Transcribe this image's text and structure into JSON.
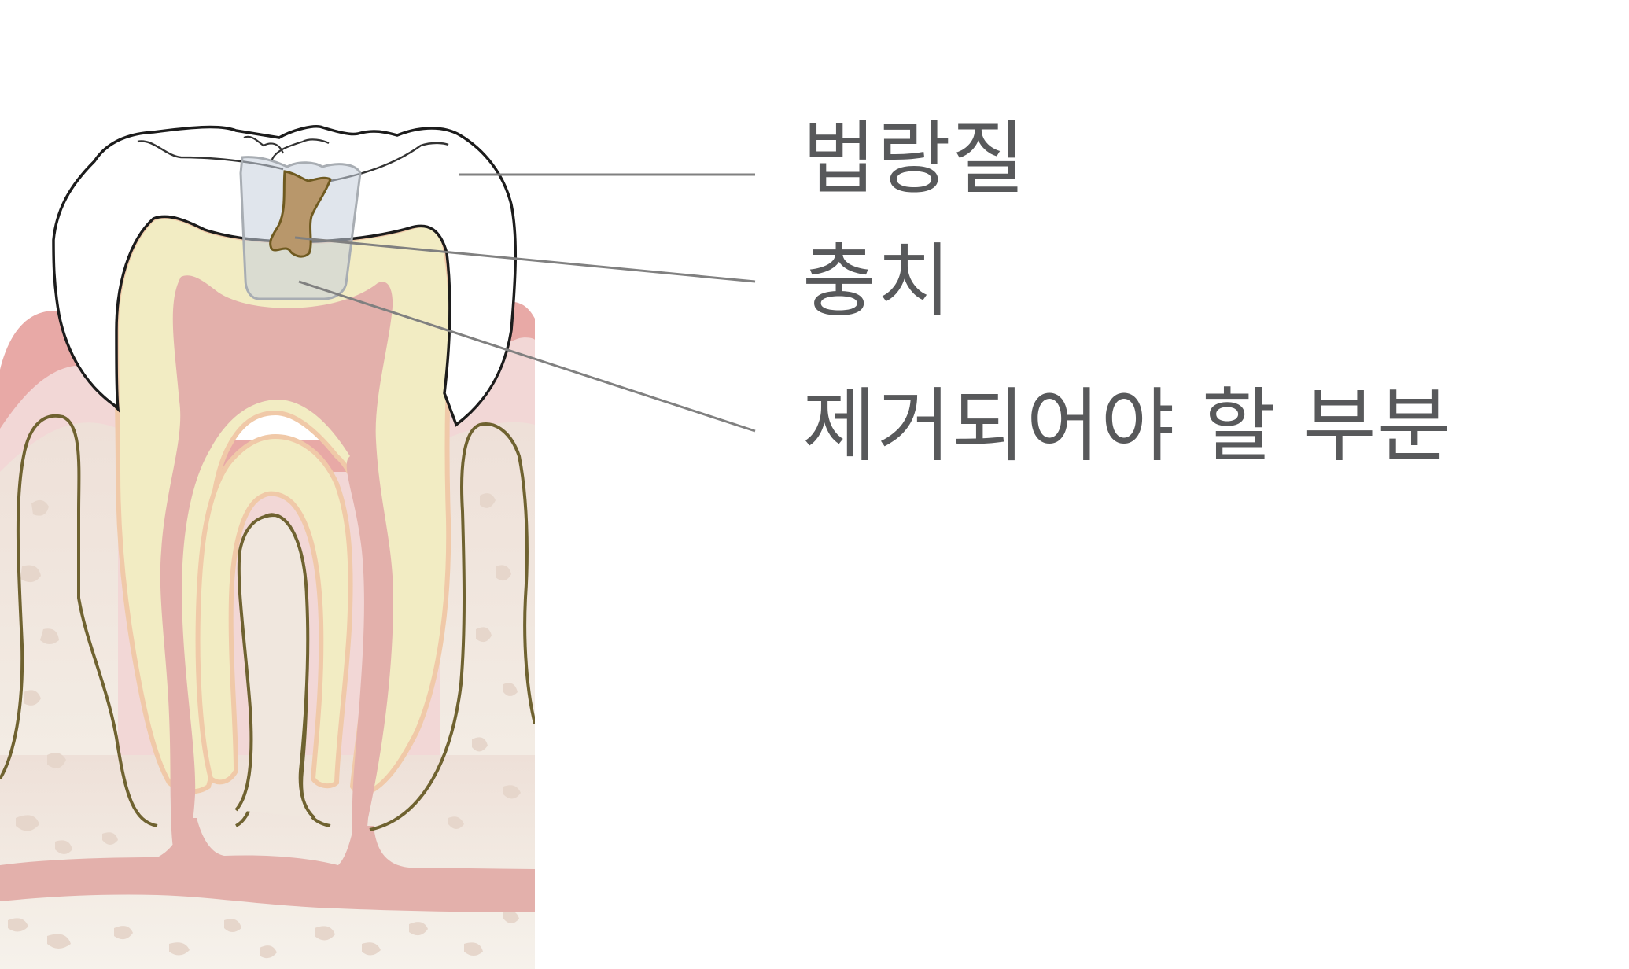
{
  "labels": {
    "enamel": "법랑질",
    "cavity": "충치",
    "removal_area": "제거되어야 할 부분"
  },
  "colors": {
    "label_text": "#58595b",
    "leader_line": "#808080",
    "gum": "#e8a9a6",
    "gum_light": "#f2d7d6",
    "dentin": "#f2ecc3",
    "pulp": "#e3b0ab",
    "bone": "#f0e7de",
    "bone_spots": "#e6d6cb",
    "cavity": "#b8976b",
    "removal_area": "#d9dfe7",
    "outline_dark": "#6f6230"
  }
}
